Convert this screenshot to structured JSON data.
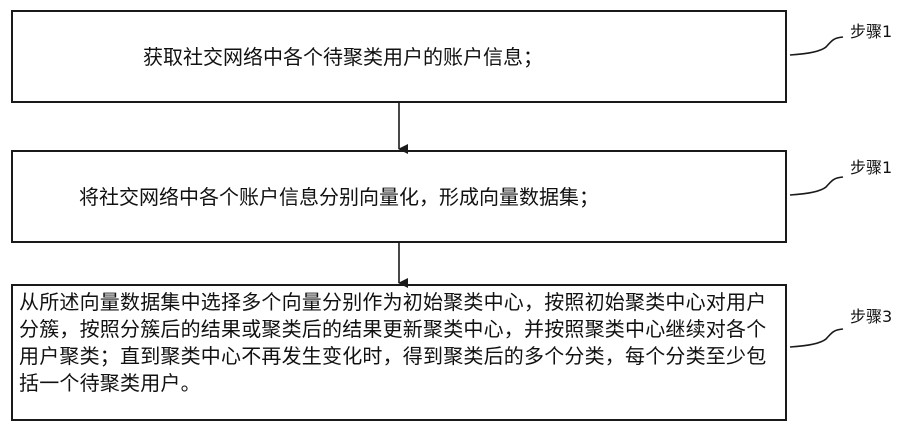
{
  "steps": [
    {
      "label": "步骤1",
      "text": "获取社交网络中各个待聚类用户的账户信息；"
    },
    {
      "label": "步骤1",
      "text": "将社交网络中各个账户信息分别向量化，形成向量数据集；"
    },
    {
      "label": "步骤3",
      "text": "从所述向量数据集中选择多个向量分别作为初始聚类中心，按照初始聚类中心对用户分簇，按照分簇后的结果或聚类后的结果更新聚类中心，并按照聚类中心继续对各个用户聚类；直到聚类中心不再发生变化时，得到聚类后的多个分类，每个分类至少包括一个待聚类用户。"
    }
  ]
}
